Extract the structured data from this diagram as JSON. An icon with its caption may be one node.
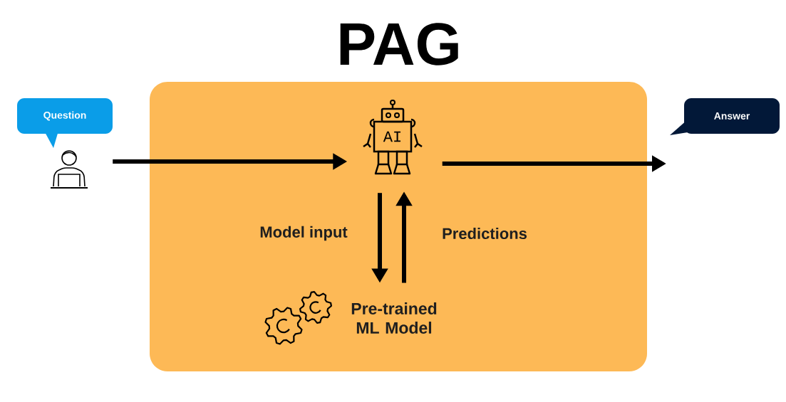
{
  "diagram": {
    "title": "PAG",
    "nodes": [
      {
        "text": [],
        "shape": "box"
      },
      {
        "text": [
          "Question"
        ]
      },
      {
        "text": [],
        "shape": "person"
      },
      {
        "text": [
          "AI"
        ],
        "in": 0
      },
      {
        "text": [
          "Pre-trained ML Model"
        ],
        "in": 0
      },
      {
        "text": [
          "Answer"
        ]
      }
    ],
    "edges": [
      {
        "from": 2,
        "to": 3,
        "arrow": "to"
      },
      {
        "from": 3,
        "to": null,
        "arrow": "to"
      },
      {
        "from": 3,
        "to": 4,
        "arrow": "to",
        "label": "Model input"
      },
      {
        "from": 4,
        "to": 3,
        "arrow": "to",
        "label": "Predictions"
      }
    ]
  }
}
